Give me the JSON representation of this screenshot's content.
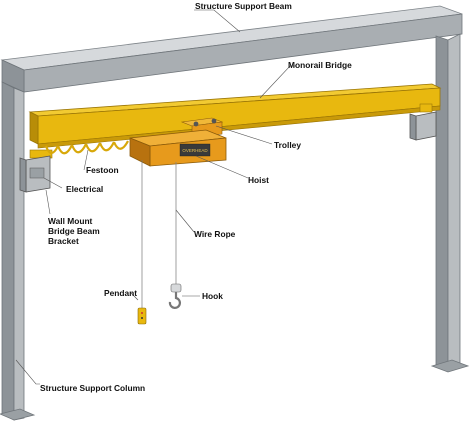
{
  "labels": {
    "structure_support_beam": "Structure Support Beam",
    "monorail_bridge": "Monorail Bridge",
    "trolley": "Trolley",
    "festoon": "Festoon",
    "hoist": "Hoist",
    "electrical": "Electrical",
    "wall_mount_line1": "Wall Mount",
    "wall_mount_line2": "Bridge Beam",
    "wall_mount_line3": "Bracket",
    "wire_rope": "Wire Rope",
    "pendant": "Pendant",
    "hook": "Hook",
    "structure_support_column": "Structure Support Column"
  },
  "hoist_plate_text": "OVERHEAD",
  "colors": {
    "steel_light": "#cdd1d4",
    "steel_mid": "#a9aeb2",
    "steel_dark": "#7d8388",
    "bridge_yellow": "#e8b80f",
    "bridge_yellow_dark": "#b88d08",
    "hoist_orange": "#e79a1c",
    "hoist_orange_dark": "#b8720f"
  }
}
